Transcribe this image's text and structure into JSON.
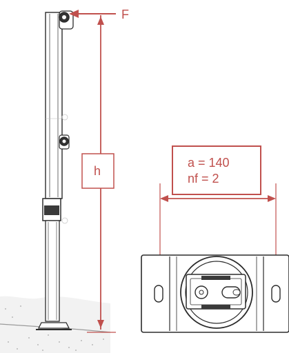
{
  "labels": {
    "force": "F",
    "height": "h",
    "spacing": "a = 140",
    "fixings": "nf = 2"
  },
  "colors": {
    "dimension": "#c0504d",
    "outline": "#2b2b2b",
    "ground": "#9a9a9a"
  }
}
